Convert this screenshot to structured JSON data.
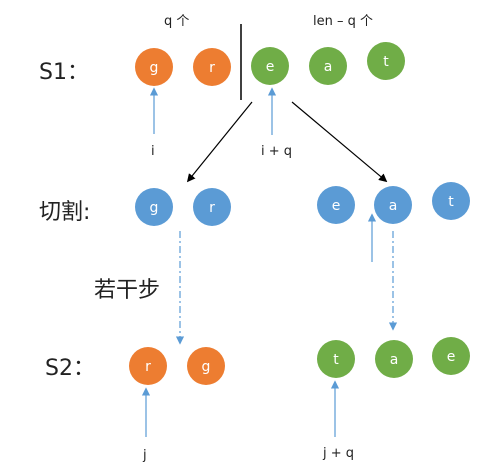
{
  "headers": {
    "left_count": "q 个",
    "right_count": "len – q 个"
  },
  "rows": {
    "s1": "S1：",
    "cut": "切割:",
    "steps": "若干步",
    "s2": "S2："
  },
  "pointers": {
    "i": "i",
    "i_plus_q": "i + q",
    "j": "j",
    "j_plus_q": "j + q"
  },
  "nodes": {
    "s1": [
      "g",
      "r",
      "e",
      "a",
      "t"
    ],
    "cut_left": [
      "g",
      "r"
    ],
    "cut_right": [
      "e",
      "a",
      "t"
    ],
    "s2_left": [
      "r",
      "g"
    ],
    "s2_right": [
      "t",
      "a",
      "e"
    ]
  },
  "colors": {
    "orange": "#ED7D31",
    "green": "#70AD47",
    "blue": "#5B9BD5",
    "arrow_blue": "#5B9BD5",
    "arrow_dark": "#000000"
  }
}
